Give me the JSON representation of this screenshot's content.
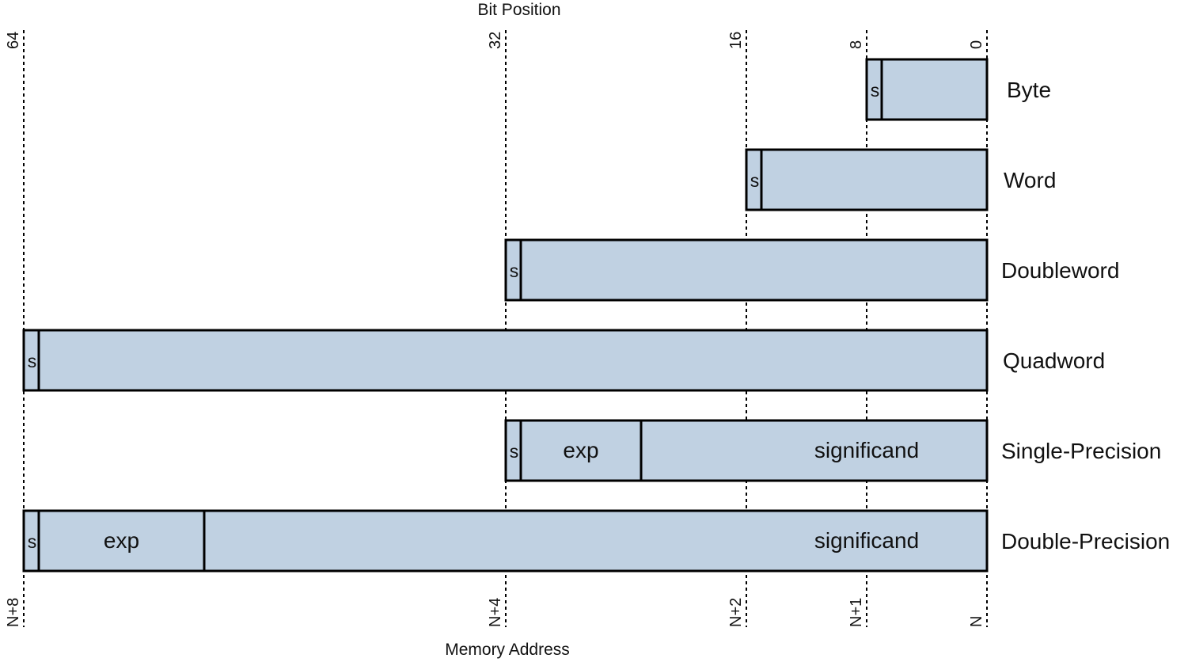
{
  "titles": {
    "top": "Bit Position",
    "bottom": "Memory Address"
  },
  "colors": {
    "field_fill": "#c0d1e2",
    "stroke": "#000000",
    "text": "#111111"
  },
  "bit_positions": [
    {
      "bit": 64,
      "label": "64",
      "address": "N+8"
    },
    {
      "bit": 32,
      "label": "32",
      "address": "N+4"
    },
    {
      "bit": 16,
      "label": "16",
      "address": "N+2"
    },
    {
      "bit": 8,
      "label": "8",
      "address": "N+1"
    },
    {
      "bit": 0,
      "label": "0",
      "address": "N"
    }
  ],
  "rows": [
    {
      "name": "byte",
      "label": "Byte",
      "bits": 8,
      "fields": [
        {
          "label": "s",
          "bits": 1
        },
        {
          "label": "",
          "bits": 7
        }
      ]
    },
    {
      "name": "word",
      "label": "Word",
      "bits": 16,
      "fields": [
        {
          "label": "s",
          "bits": 1
        },
        {
          "label": "",
          "bits": 15
        }
      ]
    },
    {
      "name": "doubleword",
      "label": "Doubleword",
      "bits": 32,
      "fields": [
        {
          "label": "s",
          "bits": 1
        },
        {
          "label": "",
          "bits": 31
        }
      ]
    },
    {
      "name": "quadword",
      "label": "Quadword",
      "bits": 64,
      "fields": [
        {
          "label": "s",
          "bits": 1
        },
        {
          "label": "",
          "bits": 63
        }
      ]
    },
    {
      "name": "single-precision",
      "label": "Single-Precision",
      "bits": 32,
      "fields": [
        {
          "label": "s",
          "bits": 1
        },
        {
          "label": "exp",
          "bits": 8
        },
        {
          "label": "significand",
          "bits": 23
        }
      ]
    },
    {
      "name": "double-precision",
      "label": "Double-Precision",
      "bits": 64,
      "fields": [
        {
          "label": "s",
          "bits": 1
        },
        {
          "label": "exp",
          "bits": 11
        },
        {
          "label": "significand",
          "bits": 52
        }
      ]
    }
  ]
}
